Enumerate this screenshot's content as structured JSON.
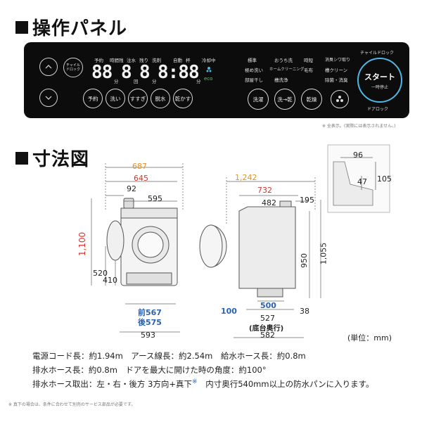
{
  "section1": {
    "title": "操作パネル"
  },
  "panel": {
    "child_lock_btn": "チャイルドロック",
    "top_labels": [
      "予約",
      "時間残",
      "注水",
      "残り",
      "洗剤"
    ],
    "top_labels2": [
      "自動",
      "杯"
    ],
    "cold_label": "冷却中",
    "display": {
      "d1": "88",
      "d2": "8",
      "d3": "8",
      "d4": "8:88"
    },
    "units": [
      "分",
      "回",
      "分",
      "分"
    ],
    "eco": "eco",
    "bottom_buttons": [
      "予約",
      "洗い",
      "すすぎ",
      "脱水",
      "乾かす"
    ],
    "course_col1": [
      "標準",
      "極め洗い",
      "部屋干し"
    ],
    "course_col2": [
      "おうち洗",
      "ホームクリーニング",
      "槽洗浄"
    ],
    "course_col3": [
      "時短",
      "毛布",
      ""
    ],
    "course_col4": [
      "消臭シワ取り",
      "槽クリーン",
      "除菌・消臭"
    ],
    "course_buttons": [
      "洗濯",
      "洗→乾",
      "乾燥"
    ],
    "child_lock_label": "チャイルドロック",
    "start_label": "スタート",
    "pause_label": "一時停止",
    "door_lock": "ドアロック"
  },
  "panel_note": "※ 全表示。(実際には表示されません。)",
  "section2": {
    "title": "寸法図"
  },
  "dims": {
    "w687": "687",
    "w645": "645",
    "w92": "92",
    "w595": "595",
    "h1100": "1,100",
    "h520": "520",
    "h410": "410",
    "front": "前567",
    "back": "後575",
    "w593": "593",
    "d1242": "1,242",
    "d732": "732",
    "d482": "482",
    "d195": "195",
    "h950": "950",
    "h1055": "1,055",
    "d100": "100",
    "d500": "500",
    "d527": "527",
    "d38": "38",
    "base": "(底台奥行)",
    "d582": "582",
    "i96": "96",
    "i47": "47",
    "i105": "105",
    "unit": "(単位：mm)"
  },
  "specs": [
    "電源コード長：約1.94m　アース線長：約2.54m　給水ホース長：約0.8m",
    "排水ホース長：約0.8m　ドアを最大に開けた時の角度：約100°",
    "排水ホース取出：左・右・後方 3方向+真下",
    "内寸奥行540mm以上の防水パンに入ります。"
  ],
  "spec_mark": "※",
  "footnote": "※ 真下の場合は、条件に合わせて別売のサービス部品が必要です。",
  "colors": {
    "orange": "#e39322",
    "red": "#d9342b",
    "blue": "#2a62b0",
    "panel_bg": "#0c0c0c",
    "start_ring": "#4fb7e3"
  }
}
